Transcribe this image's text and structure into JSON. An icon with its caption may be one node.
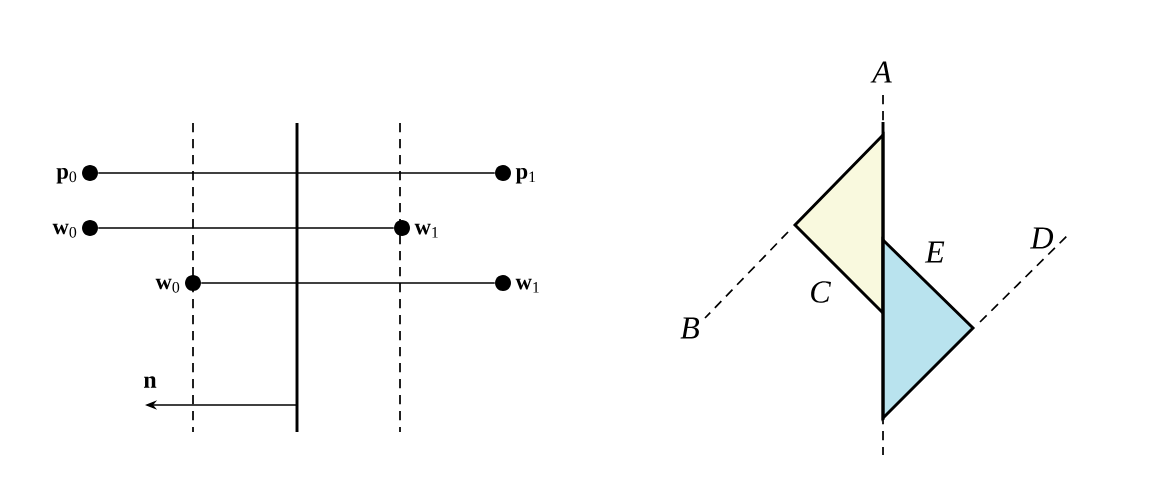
{
  "diagram": {
    "nodes": [
      {
        "text": [
          "**p**$_{0}$"
        ]
      },
      {
        "text": [
          "**p**$_{1}$"
        ]
      },
      {
        "text": [
          "**w**$_{0}$"
        ]
      },
      {
        "text": [
          "**w**$_{1}$"
        ]
      },
      {
        "text": [
          "**w**$_{0}$"
        ]
      },
      {
        "text": [
          "**w**$_{1}$"
        ]
      }
    ],
    "edges": [
      {
        "from": 0,
        "to": 1,
        "arrow": "none"
      },
      {
        "from": 2,
        "to": 3,
        "arrow": "none"
      },
      {
        "from": 4,
        "to": 5,
        "arrow": "none"
      }
    ],
    "labels": [
      "n",
      "A",
      "E",
      "D",
      "C",
      "B"
    ]
  }
}
